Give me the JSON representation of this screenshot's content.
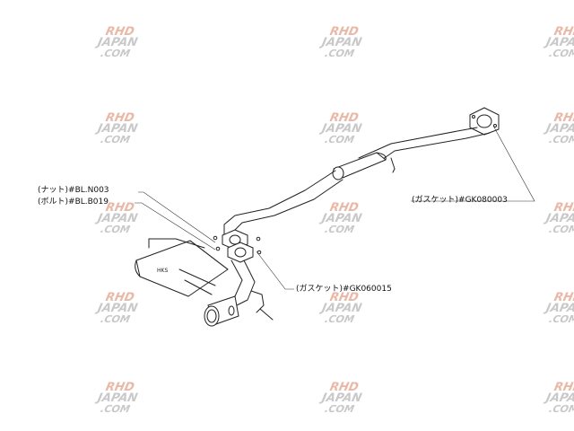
{
  "watermark": {
    "line1": "RHD",
    "line2": "JAPAN",
    "line3": ".COM"
  },
  "callouts": {
    "nut": "(ナット)#BL.N003",
    "bolt": "(ボルト)#BL.B019",
    "gasket_front": "(ガスケット)#GK080003",
    "gasket_mid": "(ガスケット)#GK060015"
  },
  "colors": {
    "line": "#222222",
    "watermark_red": "#e9b8a6",
    "watermark_gray": "#c9c9c9"
  }
}
